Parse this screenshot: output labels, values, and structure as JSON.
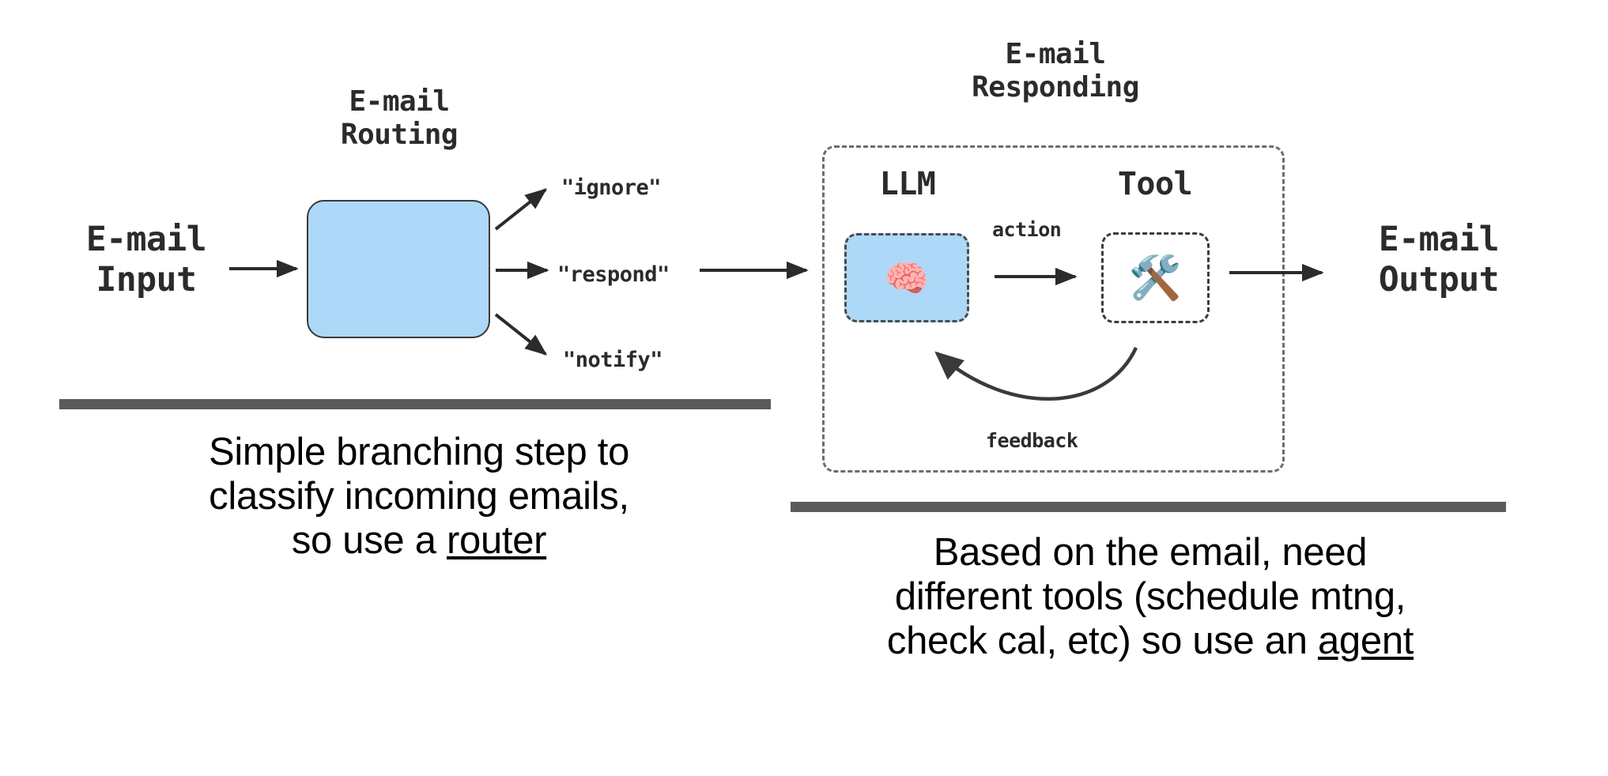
{
  "diagram": {
    "left_flow": {
      "input_label": {
        "line1": "E-mail",
        "line2": "Input"
      },
      "router_title": {
        "line1": "E-mail",
        "line2": "Routing"
      },
      "branches": [
        {
          "label": "\"ignore\"",
          "direction": "up"
        },
        {
          "label": "\"respond\"",
          "direction": "straight"
        },
        {
          "label": "\"notify\"",
          "direction": "down"
        }
      ]
    },
    "right_flow": {
      "group_title": {
        "line1": "E-mail",
        "line2": "Responding"
      },
      "llm_label": "LLM",
      "llm_icon": "brain-icon",
      "llm_icon_glyph": "🧠",
      "tool_label": "Tool",
      "tool_icon": "hammer-and-wrench-icon",
      "tool_icon_glyph": "🛠️",
      "action_label": "action",
      "feedback_label": "feedback",
      "output_label": {
        "line1": "E-mail",
        "line2": "Output"
      }
    }
  },
  "captions": {
    "left": {
      "line1": "Simple branching step to",
      "line2": "classify incoming emails,",
      "line3_prefix": "so use a ",
      "line3_emphasis": "router"
    },
    "right": {
      "line1": "Based on the email, need",
      "line2": "different tools (schedule mtng,",
      "line3_prefix": "check cal, etc) so use an ",
      "line3_emphasis": "agent"
    }
  },
  "colors": {
    "block_blue": "#aed8f7",
    "stroke_dark": "#2b2b2b",
    "dashed_grey": "#6d6d6d",
    "divider_grey": "#5b5b5b",
    "background": "#ffffff"
  }
}
